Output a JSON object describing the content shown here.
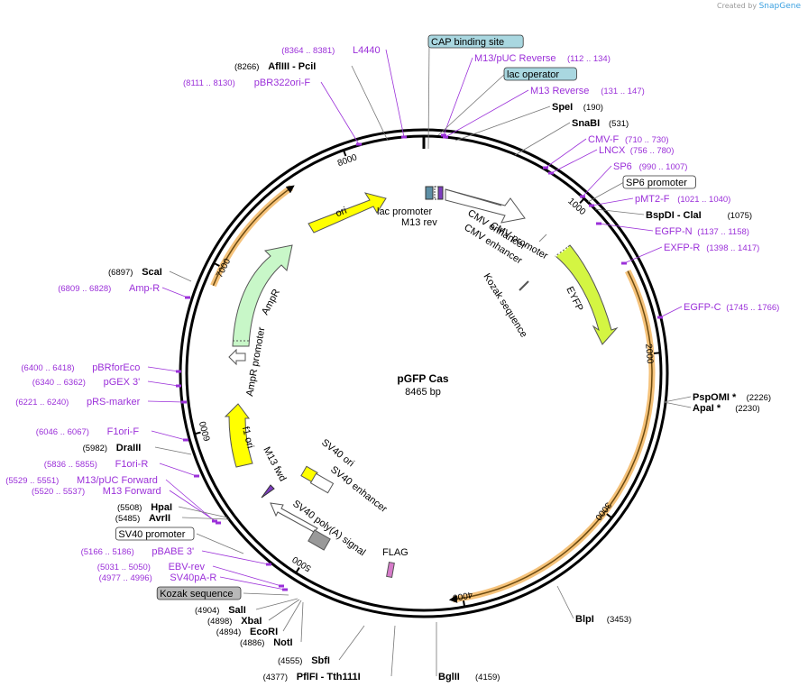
{
  "brand": {
    "created_by": "Created by",
    "name": "SnapGene"
  },
  "plasmid": {
    "name": "pGFP Cas",
    "length": "8465 bp"
  },
  "ticks": [
    "1000",
    "2000",
    "3000",
    "4000",
    "5000",
    "6000",
    "7000",
    "8000"
  ],
  "colors": {
    "primer": "#9b30d9",
    "enzyme": "#000000",
    "yellow": "#ffff00",
    "ampr": "#c8f7c8",
    "eyfp": "#d4f542",
    "highlight": "#f5c27a"
  },
  "right_labels": [
    {
      "name": "CAP binding site",
      "coord": "",
      "type": "boxed-blue"
    },
    {
      "name": "M13/pUC Reverse",
      "coord": "(112 .. 134)",
      "type": "primer"
    },
    {
      "name": "lac operator",
      "coord": "",
      "type": "boxed-blue"
    },
    {
      "name": "M13 Reverse",
      "coord": "(131 .. 147)",
      "type": "primer"
    },
    {
      "name": "SpeI",
      "coord": "(190)",
      "type": "enzyme"
    },
    {
      "name": "SnaBI",
      "coord": "(531)",
      "type": "enzyme"
    },
    {
      "name": "CMV-F",
      "coord": "(710 .. 730)",
      "type": "primer"
    },
    {
      "name": "LNCX",
      "coord": "(756 .. 780)",
      "type": "primer"
    },
    {
      "name": "SP6",
      "coord": "(990 .. 1007)",
      "type": "primer"
    },
    {
      "name": "SP6 promoter",
      "coord": "",
      "type": "boxed-white"
    },
    {
      "name": "pMT2-F",
      "coord": "(1021 .. 1040)",
      "type": "primer"
    },
    {
      "name": "BspDI  - ClaI",
      "coord": "(1075)",
      "type": "enzyme"
    },
    {
      "name": "EGFP-N",
      "coord": "(1137 .. 1158)",
      "type": "primer"
    },
    {
      "name": "EXFP-R",
      "coord": "(1398 .. 1417)",
      "type": "primer"
    },
    {
      "name": "EGFP-C",
      "coord": "(1745 .. 1766)",
      "type": "primer"
    },
    {
      "name": "PspOMI *",
      "coord": "(2226)",
      "type": "enzyme"
    },
    {
      "name": "ApaI *",
      "coord": "(2230)",
      "type": "enzyme"
    },
    {
      "name": "BlpI",
      "coord": "(3453)",
      "type": "enzyme"
    },
    {
      "name": "BglII",
      "coord": "(4159)",
      "type": "enzyme"
    }
  ],
  "left_labels": [
    {
      "name": "L4440",
      "coord": "(8364 .. 8381)",
      "type": "primer"
    },
    {
      "name": "AflIII  - PciI",
      "coord": "(8266)",
      "type": "enzyme"
    },
    {
      "name": "pBR322ori-F",
      "coord": "(8111 .. 8130)",
      "type": "primer"
    },
    {
      "name": "ScaI",
      "coord": "(6897)",
      "type": "enzyme"
    },
    {
      "name": "Amp-R",
      "coord": "(6809 .. 6828)",
      "type": "primer"
    },
    {
      "name": "pBRforEco",
      "coord": "(6400 .. 6418)",
      "type": "primer"
    },
    {
      "name": "pGEX 3'",
      "coord": "(6340 .. 6362)",
      "type": "primer"
    },
    {
      "name": "pRS-marker",
      "coord": "(6221 .. 6240)",
      "type": "primer"
    },
    {
      "name": "F1ori-F",
      "coord": "(6046 .. 6067)",
      "type": "primer"
    },
    {
      "name": "DraIII",
      "coord": "(5982)",
      "type": "enzyme"
    },
    {
      "name": "F1ori-R",
      "coord": "(5836 .. 5855)",
      "type": "primer"
    },
    {
      "name": "M13/pUC Forward",
      "coord": "(5529 .. 5551)",
      "type": "primer"
    },
    {
      "name": "M13 Forward",
      "coord": "(5520 .. 5537)",
      "type": "primer"
    },
    {
      "name": "HpaI",
      "coord": "(5508)",
      "type": "enzyme"
    },
    {
      "name": "AvrII",
      "coord": "(5485)",
      "type": "enzyme"
    },
    {
      "name": "SV40 promoter",
      "coord": "",
      "type": "boxed-white"
    },
    {
      "name": "pBABE 3'",
      "coord": "(5166 .. 5186)",
      "type": "primer"
    },
    {
      "name": "EBV-rev",
      "coord": "(5031 .. 5050)",
      "type": "primer"
    },
    {
      "name": "SV40pA-R",
      "coord": "(4977 .. 4996)",
      "type": "primer"
    },
    {
      "name": "Kozak sequence",
      "coord": "",
      "type": "boxed-gray"
    },
    {
      "name": "SalI",
      "coord": "(4904)",
      "type": "enzyme"
    },
    {
      "name": "XbaI",
      "coord": "(4898)",
      "type": "enzyme"
    },
    {
      "name": "EcoRI",
      "coord": "(4894)",
      "type": "enzyme"
    },
    {
      "name": "NotI",
      "coord": "(4886)",
      "type": "enzyme"
    },
    {
      "name": "SbfI",
      "coord": "(4555)",
      "type": "enzyme"
    },
    {
      "name": "PflFI  - Tth111I",
      "coord": "(4377)",
      "type": "enzyme"
    }
  ],
  "features": [
    {
      "name": "ori",
      "color": "#ffff00"
    },
    {
      "name": "lac promoter"
    },
    {
      "name": "M13 rev"
    },
    {
      "name": "CMV promoter"
    },
    {
      "name": "CMV enhancer"
    },
    {
      "name": "Kozak sequence"
    },
    {
      "name": "EYFP",
      "color": "#d4f542"
    },
    {
      "name": "AmpR",
      "color": "#c8f7c8"
    },
    {
      "name": "AmpR promoter"
    },
    {
      "name": "f1 ori",
      "color": "#ffff00"
    },
    {
      "name": "M13 fwd"
    },
    {
      "name": "SV40 ori"
    },
    {
      "name": "SV40 enhancer"
    },
    {
      "name": "SV40 poly(A) signal"
    },
    {
      "name": "FLAG"
    }
  ]
}
